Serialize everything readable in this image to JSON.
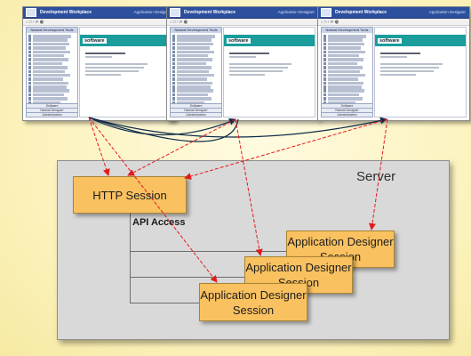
{
  "windows": [
    {
      "title": "Development Workplace",
      "app": "Application Designer",
      "toolbar": "⌂ □ ‹ ⟳ 🖶",
      "panel": "Natural Development Tools",
      "footer": [
        "Software",
        "Natural Designer",
        "Administration"
      ],
      "logo": "software"
    },
    {
      "title": "Development Workplace",
      "app": "Application Designer",
      "toolbar": "⌂ □ ‹ ⟳ 🖶",
      "panel": "Natural Development Tools",
      "footer": [
        "Software",
        "Natural Designer",
        "Administration"
      ],
      "logo": "software"
    },
    {
      "title": "Development Workplace",
      "app": "Application Designer",
      "toolbar": "⌂ □ ‹ ⟳ 🖶",
      "panel": "Natural Development Tools",
      "footer": [
        "Software",
        "Natural Designer",
        "Administration"
      ],
      "logo": "software"
    }
  ],
  "server": {
    "label": "Server"
  },
  "http_session": {
    "label": "HTTP Session"
  },
  "api_access": {
    "label": "API Access"
  },
  "designer_sessions": [
    {
      "line1": "Application Designer",
      "line2": "Session"
    },
    {
      "line1": "Application Designer",
      "line2": "Session"
    },
    {
      "line1": "Application Designer",
      "line2": "Session"
    }
  ],
  "colors": {
    "background": "#fdf6c6",
    "box_fill": "#f9c160",
    "server_fill": "#d9d9d9",
    "arrow_red": "#e31b1b",
    "arrow_dark": "#0d2a4a",
    "titlebar": "#2c4f9e",
    "banner": "#1a9d9b"
  }
}
